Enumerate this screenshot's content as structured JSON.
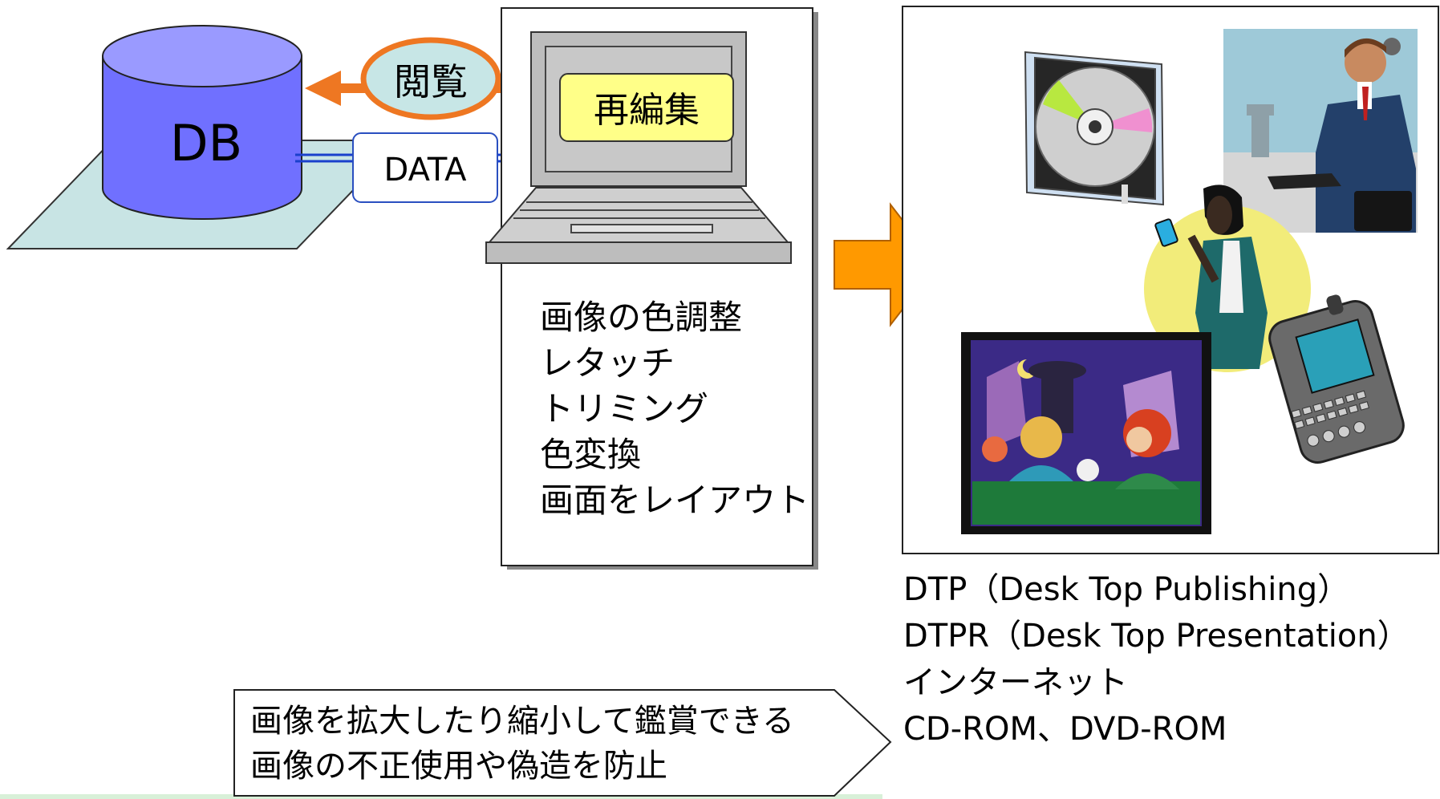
{
  "db": {
    "label": "DB"
  },
  "browse": {
    "label": "閲覧"
  },
  "data_box": {
    "label": "DATA"
  },
  "reedit": {
    "label": "再編集"
  },
  "edit_tasks": [
    "画像の色調整",
    "レタッチ",
    "トリミング",
    "色変換",
    "画面をレイアウト"
  ],
  "outputs": [
    "DTP（Desk Top Publishing）",
    "DTPR（Desk Top Presentation）",
    "インターネット",
    "CD-ROM、DVD-ROM"
  ],
  "callout": [
    "画像を拡大したり縮小して鑑賞できる",
    "画像の不正使用や偽造を防止"
  ],
  "colors": {
    "db_fill": "#7070ff",
    "db_top": "#9a9aff",
    "base_plate": "#c8e4e4",
    "browse_arrow": "#ee7722",
    "browse_fill": "#c7e6e6",
    "reedit_fill": "#ffff88",
    "big_arrow": "#ff9900",
    "data_arrow": "#1a40cc",
    "bottom_strip": "#d8f0d8"
  },
  "icons": [
    "cd-case-icon",
    "businessman-laptop-icon",
    "woman-phone-icon",
    "pda-icon",
    "theater-audience-icon"
  ]
}
